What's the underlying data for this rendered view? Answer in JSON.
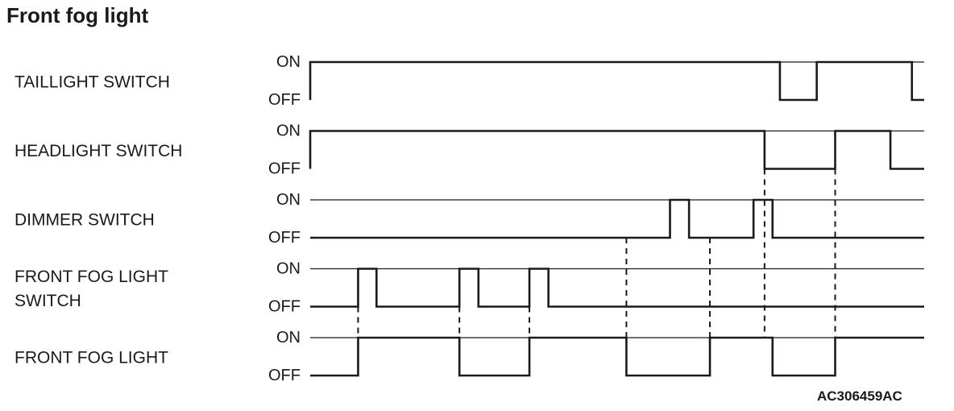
{
  "title": "Front fog light",
  "figure_code": "AC306459AC",
  "levels": {
    "on": "ON",
    "off": "OFF"
  },
  "signals": [
    {
      "name": "taillight-switch",
      "label_lines": [
        "TAILLIGHT SWITCH"
      ],
      "initial": "OFF",
      "transitions": [
        0.0,
        0.765,
        0.825,
        0.98
      ]
    },
    {
      "name": "headlight-switch",
      "label_lines": [
        "HEADLIGHT SWITCH"
      ],
      "initial": "OFF",
      "transitions": [
        0.0,
        0.74,
        0.855,
        0.945
      ]
    },
    {
      "name": "dimmer-switch",
      "label_lines": [
        "DIMMER SWITCH"
      ],
      "initial": "OFF",
      "transitions": [
        0.586,
        0.617,
        0.722,
        0.753
      ]
    },
    {
      "name": "front-fog-light-switch",
      "label_lines": [
        "FRONT FOG LIGHT",
        "SWITCH"
      ],
      "initial": "OFF",
      "transitions": [
        0.078,
        0.108,
        0.243,
        0.274,
        0.357,
        0.388
      ]
    },
    {
      "name": "front-fog-light",
      "label_lines": [
        "FRONT FOG LIGHT"
      ],
      "initial": "OFF",
      "transitions": [
        0.078,
        0.243,
        0.357,
        0.515,
        0.651,
        0.753,
        0.855
      ]
    }
  ],
  "guides": [
    {
      "t": 0.078,
      "from_signal": 3,
      "to_signal": 4
    },
    {
      "t": 0.243,
      "from_signal": 3,
      "to_signal": 4
    },
    {
      "t": 0.357,
      "from_signal": 3,
      "to_signal": 4
    },
    {
      "t": 0.515,
      "from_signal": 2,
      "to_signal": 4
    },
    {
      "t": 0.651,
      "from_signal": 2,
      "to_signal": 4
    },
    {
      "t": 0.74,
      "from_signal": 1,
      "to_signal": 4
    },
    {
      "t": 0.855,
      "from_signal": 1,
      "to_signal": 4
    }
  ]
}
